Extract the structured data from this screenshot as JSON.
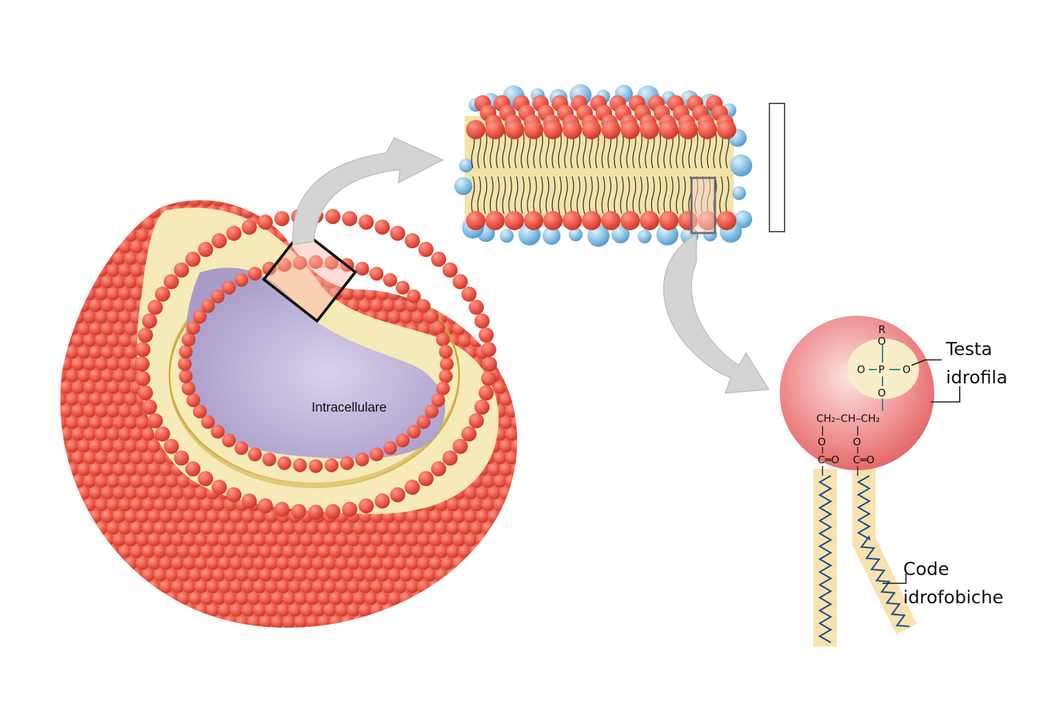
{
  "labels": {
    "intracellular": "Intracellulare",
    "head_line1": "Testa",
    "head_line2": "idrofila",
    "tails_line1": "Code",
    "tails_line2": "idrofobiche"
  },
  "chemistry": {
    "r": "R",
    "o_top": "O",
    "o_left": "O",
    "p": "P",
    "o_right": "O",
    "o_bottom": "O",
    "glycerol": "CH₂–CH–CH₂",
    "ester_o1": "O",
    "ester_o2": "O",
    "carbonyl1": "C═O",
    "carbonyl2": "C═O"
  },
  "colors": {
    "head_red": "#ee5a4a",
    "tail_yellow": "#e9d27a",
    "interior_lavender": "#c8bde0",
    "water_blue": "#8cc4e8",
    "arrow_gray": "#d4d4d4",
    "highlight_pale": "#f8eec9"
  }
}
